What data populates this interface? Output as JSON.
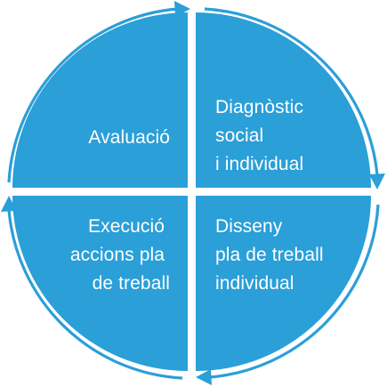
{
  "diagram": {
    "type": "cycle",
    "colors": {
      "quadrant_fill": "#2a9fd8",
      "arrow": "#2a9fd8",
      "text": "#ffffff",
      "background": "#ffffff"
    },
    "quadrants": [
      {
        "id": "avaluacio",
        "lines": [
          "Avaluació"
        ]
      },
      {
        "id": "diagnostic",
        "lines": [
          "Diagnòstic",
          "social",
          "i individual"
        ]
      },
      {
        "id": "disseny",
        "lines": [
          "Disseny",
          "pla de treball",
          "individual"
        ]
      },
      {
        "id": "execucio",
        "lines": [
          "Execució",
          "accions pla",
          "de treball"
        ]
      }
    ],
    "arrows": [
      "top-clockwise-arrow",
      "right-clockwise-arrow",
      "bottom-clockwise-arrow",
      "left-clockwise-arrow"
    ]
  }
}
